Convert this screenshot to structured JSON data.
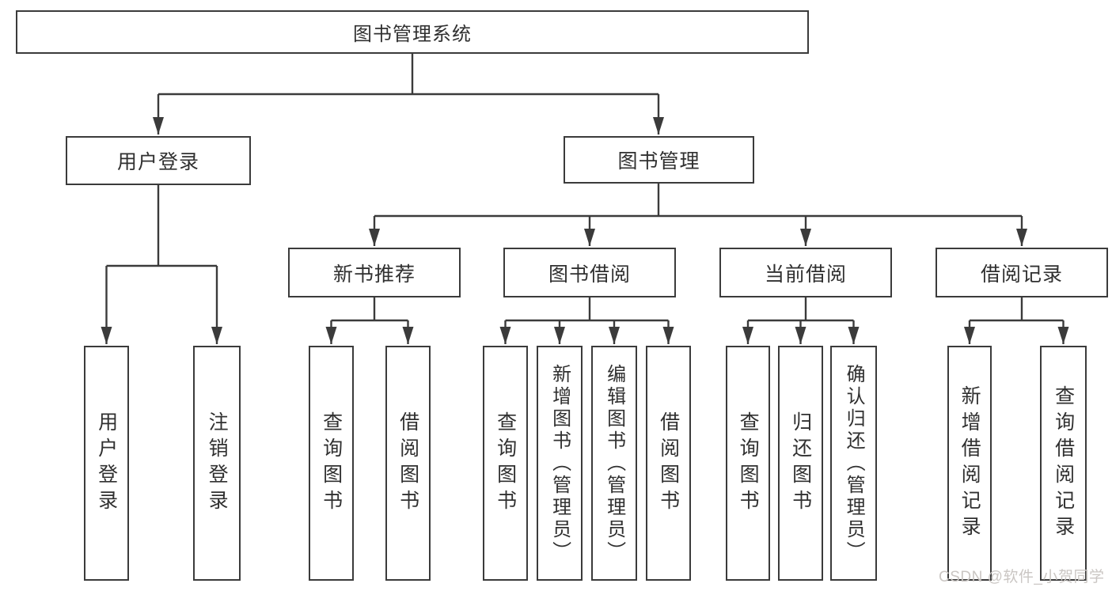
{
  "tree": {
    "root": {
      "label": "图书管理系统"
    },
    "branches": [
      {
        "label": "用户登录",
        "children": [
          {
            "label": "用户登录"
          },
          {
            "label": "注销登录"
          }
        ]
      },
      {
        "label": "图书管理",
        "sections": [
          {
            "label": "新书推荐",
            "children": [
              {
                "label": "查询图书"
              },
              {
                "label": "借阅图书"
              }
            ]
          },
          {
            "label": "图书借阅",
            "children": [
              {
                "label": "查询图书"
              },
              {
                "label": "新增图书（管理员）"
              },
              {
                "label": "编辑图书（管理员）"
              },
              {
                "label": "借阅图书"
              }
            ]
          },
          {
            "label": "当前借阅",
            "children": [
              {
                "label": "查询图书"
              },
              {
                "label": "归还图书"
              },
              {
                "label": "确认归还（管理员）"
              }
            ]
          },
          {
            "label": "借阅记录",
            "children": [
              {
                "label": "新增借阅记录"
              },
              {
                "label": "查询借阅记录"
              }
            ]
          }
        ]
      }
    ]
  },
  "watermark": {
    "text": "CSDN @软件_小贺同学"
  },
  "colors": {
    "line": "#3b3b3b",
    "text": "#303030",
    "watermark": "#cac6c3",
    "background": "#ffffff"
  }
}
